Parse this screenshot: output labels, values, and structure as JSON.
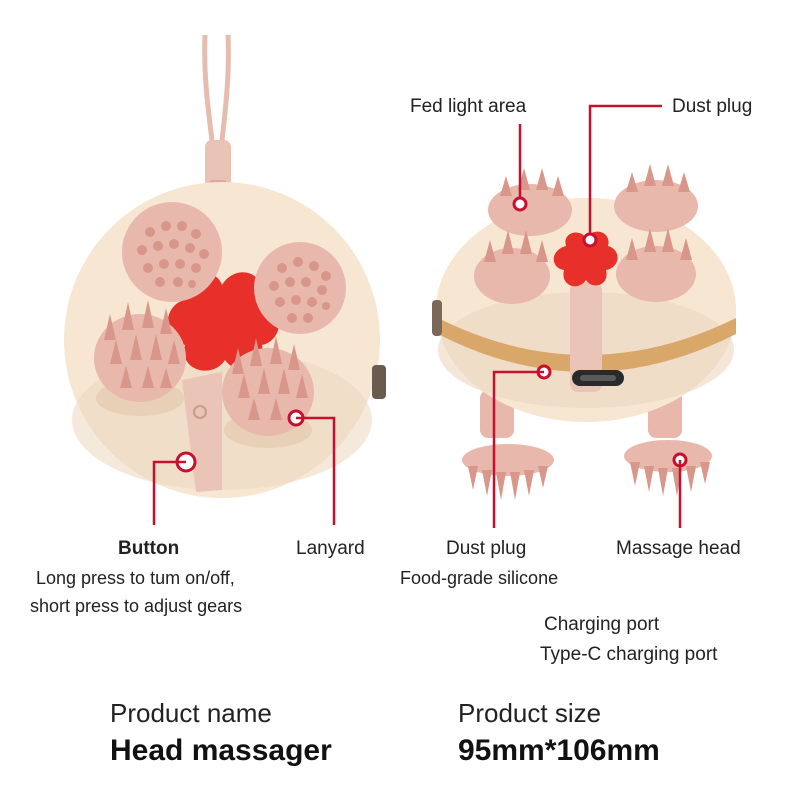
{
  "colors": {
    "body": "#f6e6d2",
    "body_shade": "#ead2b6",
    "silicone": "#e9b8ac",
    "silicone_dark": "#d9968a",
    "accent_red": "#e8302b",
    "callout": "#c8102e",
    "gold": "#d9a76a"
  },
  "left_device": {
    "button": {
      "title": "Button",
      "desc_line1": "Long press to tum on/off,",
      "desc_line2": "short press to adjust gears"
    },
    "lanyard": "Lanyard"
  },
  "right_device": {
    "fed_light_area": "Fed light area",
    "dust_plug_top": "Dust plug",
    "dust_plug_bottom": {
      "title": "Dust plug",
      "desc": "Food-grade silicone"
    },
    "massage_head": "Massage head",
    "charging_port": {
      "title": "Charging port",
      "desc": "Type-C charging port"
    }
  },
  "product": {
    "name_label": "Product name",
    "name_value": "Head massager",
    "size_label": "Product size",
    "size_value": "95mm*106mm"
  }
}
